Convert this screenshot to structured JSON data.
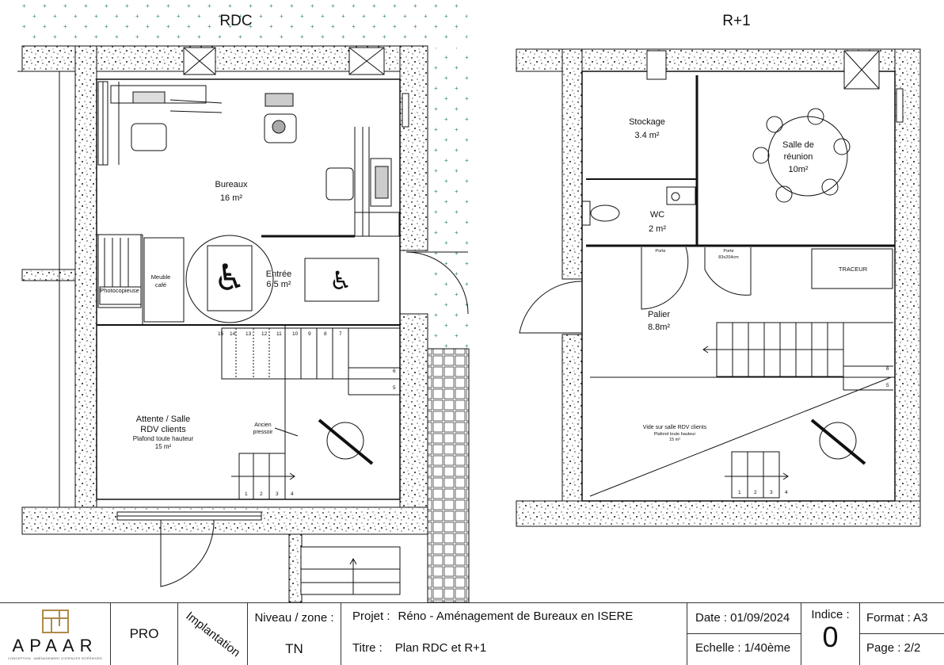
{
  "floors": {
    "rdc": "RDC",
    "r1": "R+1"
  },
  "rooms": {
    "bureaux": {
      "name": "Bureaux",
      "area": "16 m²"
    },
    "entree": {
      "name": "Entrée",
      "area": "6.5 m²"
    },
    "meuble_cafe": [
      "Meuble",
      "café"
    ],
    "photocopieuse": "Photocopieuse",
    "attente": {
      "line1": "Attente / Salle",
      "line2": "RDV clients",
      "line3": "Plafond toute hauteur",
      "area": "15 m²"
    },
    "ancien_pressoir": [
      "Ancien",
      "pressoir"
    ],
    "stockage": {
      "name": "Stockage",
      "area": "3.4 m²"
    },
    "salle_reunion": {
      "line1": "Salle de",
      "line2": "réunion",
      "area": "10m²"
    },
    "wc": {
      "name": "WC",
      "area": "2 m²"
    },
    "palier": {
      "name": "Palier",
      "area": "8.8m²"
    },
    "traceur": "TRACEUR",
    "vide": {
      "line1": "Vide sur salle RDV clients",
      "line2": "Plafond toute hauteur",
      "area": "15 m²"
    },
    "porte_wc": "Porte",
    "porte": {
      "label": "Porte",
      "size": "83x204cm"
    }
  },
  "stairs": {
    "rdc_upper": [
      "15",
      "14",
      "13",
      "12",
      "11",
      "10",
      "9",
      "8",
      "7"
    ],
    "rdc_side": [
      "6",
      "5"
    ],
    "rdc_lower": [
      "1",
      "2",
      "3",
      "4"
    ],
    "r1_side": [
      "6",
      "5"
    ],
    "r1_lower": [
      "1",
      "2",
      "3",
      "4"
    ]
  },
  "cartouche": {
    "logo_text": "APAAR",
    "logo_tagline": "CONCEPTION · AMÉNAGEMENT D'ESPACES INTÉRIEURS",
    "pro": "PRO",
    "implantation": "Implantation",
    "niveau_label": "Niveau / zone :",
    "niveau_value": "TN",
    "projet_label": "Projet :",
    "projet_value": "Réno - Aménagement de Bureaux en ISERE",
    "titre_label": "Titre :",
    "titre_value": "Plan RDC et R+1",
    "date": "Date : 01/09/2024",
    "echelle": "Echelle : 1/40ème",
    "indice_label": "Indice :",
    "indice_value": "0",
    "format": "Format : A3",
    "page": "Page : 2/2"
  },
  "colors": {
    "line": "#111111",
    "wall_fill": "#ffffff",
    "ground_dots": "#2e8b57",
    "logo_gold": "#b08a4a"
  }
}
